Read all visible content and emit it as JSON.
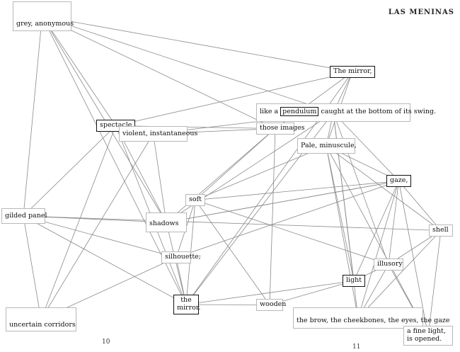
{
  "header": "LAS MENINAS",
  "page_numbers": {
    "left": "10",
    "right": "11"
  },
  "nodes": {
    "grey": "grey, anonymous",
    "mirror_top": "The mirror,",
    "like_a": "like a",
    "pendulum": "pendulum",
    "caught": "caught at the bottom of its swing.",
    "spectacle": "spectacle",
    "violent": "violent, instantaneous",
    "those_images": "those images",
    "pale": "Pale, minuscule,",
    "gaze": "gaze,",
    "soft": "soft",
    "gilded": "gilded panel",
    "shadows": "shadows",
    "shell": "shell",
    "silhouette": "silhouette;",
    "illusory": "illusory",
    "light": "light",
    "the_mirror": "the mirror.",
    "wooden": "wooden",
    "corridors": "uncertain corridors",
    "brow": "the brow, the cheekbones, the eyes, the gaze",
    "fine_light": "a fine light, is opened."
  },
  "edges": [
    [
      "grey",
      "mirror_top"
    ],
    [
      "grey",
      "spectacle"
    ],
    [
      "grey",
      "those_images"
    ],
    [
      "grey",
      "the_mirror"
    ],
    [
      "grey",
      "gilded"
    ],
    [
      "grey",
      "shadows"
    ],
    [
      "grey",
      "like"
    ],
    [
      "mirror_top",
      "like"
    ],
    [
      "mirror_top",
      "those_images"
    ],
    [
      "mirror_top",
      "spectacle"
    ],
    [
      "mirror_top",
      "pale"
    ],
    [
      "mirror_top",
      "the_mirror"
    ],
    [
      "spectacle",
      "violent"
    ],
    [
      "spectacle",
      "those_images"
    ],
    [
      "spectacle",
      "gilded"
    ],
    [
      "spectacle",
      "shadows"
    ],
    [
      "spectacle",
      "corridors"
    ],
    [
      "spectacle",
      "the_mirror"
    ],
    [
      "violent",
      "those_images"
    ],
    [
      "violent",
      "shadows"
    ],
    [
      "violent",
      "corridors"
    ],
    [
      "violent",
      "like"
    ],
    [
      "like",
      "shadows"
    ],
    [
      "like",
      "gaze"
    ],
    [
      "like",
      "light"
    ],
    [
      "like",
      "pale"
    ],
    [
      "like",
      "the_mirror"
    ],
    [
      "like",
      "brow"
    ],
    [
      "like",
      "illusory"
    ],
    [
      "those_images",
      "shadows"
    ],
    [
      "those_images",
      "wooden"
    ],
    [
      "those_images",
      "soft"
    ],
    [
      "pale",
      "gaze"
    ],
    [
      "pale",
      "shell"
    ],
    [
      "pale",
      "soft"
    ],
    [
      "pale",
      "brow"
    ],
    [
      "pale",
      "fine_light"
    ],
    [
      "pale",
      "light"
    ],
    [
      "gaze",
      "soft"
    ],
    [
      "gaze",
      "shadows"
    ],
    [
      "gaze",
      "illusory"
    ],
    [
      "gaze",
      "light"
    ],
    [
      "gaze",
      "brow"
    ],
    [
      "gaze",
      "fine_light"
    ],
    [
      "gaze",
      "shell"
    ],
    [
      "gaze",
      "silhouette"
    ],
    [
      "soft",
      "illusory"
    ],
    [
      "soft",
      "wooden"
    ],
    [
      "soft",
      "silhouette"
    ],
    [
      "soft",
      "the_mirror"
    ],
    [
      "gilded",
      "shadows"
    ],
    [
      "gilded",
      "corridors"
    ],
    [
      "gilded",
      "the_mirror"
    ],
    [
      "gilded",
      "shell"
    ],
    [
      "shadows",
      "the_mirror"
    ],
    [
      "shadows",
      "gaze"
    ],
    [
      "silhouette",
      "the_mirror"
    ],
    [
      "silhouette",
      "gilded"
    ],
    [
      "illusory",
      "fine_light"
    ],
    [
      "illusory",
      "light"
    ],
    [
      "illusory",
      "shell"
    ],
    [
      "illusory",
      "brow"
    ],
    [
      "light",
      "wooden"
    ],
    [
      "light",
      "the_mirror"
    ],
    [
      "shell",
      "fine_light"
    ],
    [
      "shell",
      "brow"
    ],
    [
      "wooden",
      "the_mirror"
    ],
    [
      "corridors",
      "silhouette"
    ]
  ]
}
